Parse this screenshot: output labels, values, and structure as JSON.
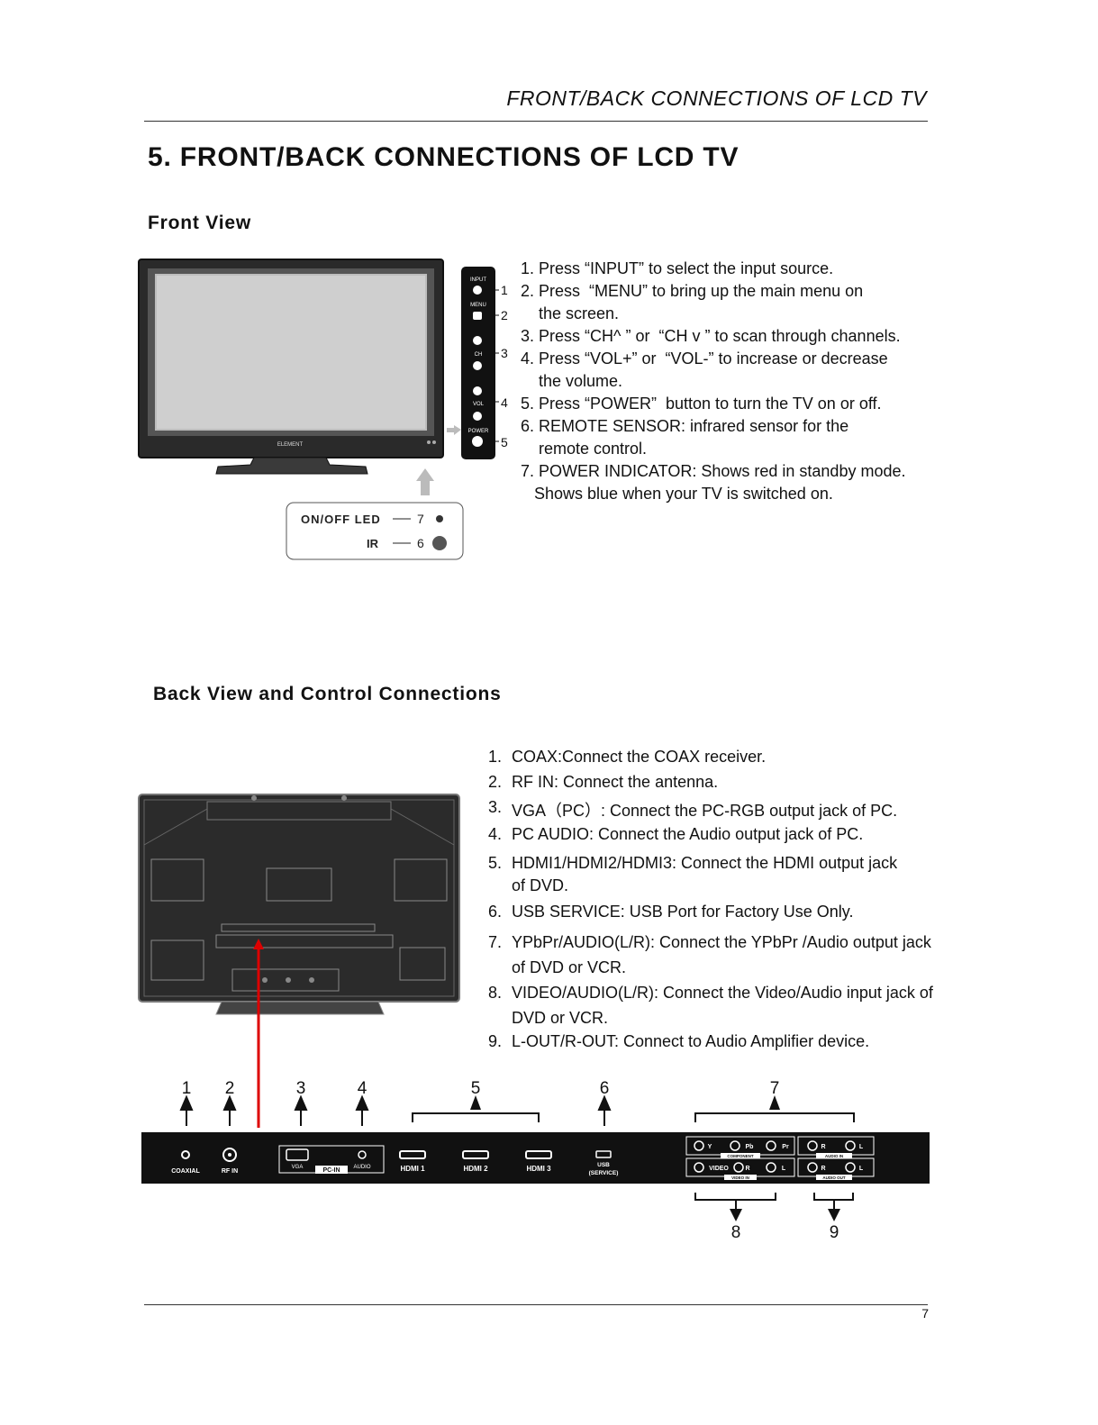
{
  "header": {
    "running_title": "FRONT/BACK CONNECTIONS OF LCD TV"
  },
  "page_title": "5. FRONT/BACK CONNECTIONS OF LCD TV",
  "front_view": {
    "heading": "Front View",
    "tv_brand": "ELEMENT",
    "side_panel_labels": [
      "INPUT",
      "MENU",
      "CH",
      "VOL",
      "POWER"
    ],
    "callout_numbers": [
      "1",
      "2",
      "3",
      "4",
      "5"
    ],
    "led_box": {
      "led_label": "ON/OFF  LED",
      "led_num": "7",
      "ir_label": "IR",
      "ir_num": "6"
    },
    "instructions": [
      "1. Press “INPUT” to select the input source.",
      "2. Press  “MENU” to bring up the main menu on",
      "    the screen.",
      "3. Press “CH^ ” or  “CH v ” to scan through channels.",
      "4. Press “VOL+” or  “VOL-” to increase or decrease",
      "    the volume.",
      "5. Press “POWER”  button to turn the TV on or off.",
      "6. REMOTE SENSOR: infrared sensor for the",
      "    remote control.",
      "7. POWER INDICATOR: Shows red in standby mode.",
      "   Shows blue when your TV is switched on."
    ]
  },
  "back_view": {
    "heading": "Back View and Control Connections",
    "items": [
      {
        "num": "1.",
        "text": "COAX:Connect the COAX receiver."
      },
      {
        "num": "2.",
        "text": "RF IN: Connect the antenna."
      },
      {
        "num": "3.",
        "text": "VGA（PC）: Connect the PC-RGB output jack of PC."
      },
      {
        "num": "4.",
        "text": "PC AUDIO: Connect the Audio output jack of PC."
      },
      {
        "num": "5.",
        "text": "HDMI1/HDMI2/HDMI3: Connect the HDMI output jack of DVD."
      },
      {
        "num": "6.",
        "text": "USB SERVICE: USB Port for Factory Use Only."
      },
      {
        "num": "7.",
        "text": "YPbPr/AUDIO(L/R): Connect the YPbPr /Audio output jack of DVD or VCR."
      },
      {
        "num": "8.",
        "text": "VIDEO/AUDIO(L/R): Connect the Video/Audio input jack of DVD or  VCR."
      },
      {
        "num": "9.",
        "text": "L-OUT/R-OUT: Connect to Audio Amplifier device."
      }
    ],
    "panel_numbers": [
      "1",
      "2",
      "3",
      "4",
      "5",
      "6",
      "7",
      "8",
      "9"
    ],
    "port_labels": {
      "coaxial": "COAXIAL",
      "rf_in": "RF IN",
      "vga": "VGA",
      "pc_in": "PC-IN",
      "audio": "AUDIO",
      "hdmi1": "HDMI 1",
      "hdmi2": "HDMI 2",
      "hdmi3": "HDMI 3",
      "usb": "USB",
      "service": "(SERVICE)",
      "y": "Y",
      "pb": "Pb",
      "pr": "Pr",
      "component": "COMPONENT",
      "video": "VIDEO",
      "video_in": "VIDEO IN",
      "r": "R",
      "l": "L",
      "audio_in": "AUDIO IN",
      "audio_out": "AUDIO OUT"
    }
  },
  "footer": {
    "page_number": "7"
  }
}
